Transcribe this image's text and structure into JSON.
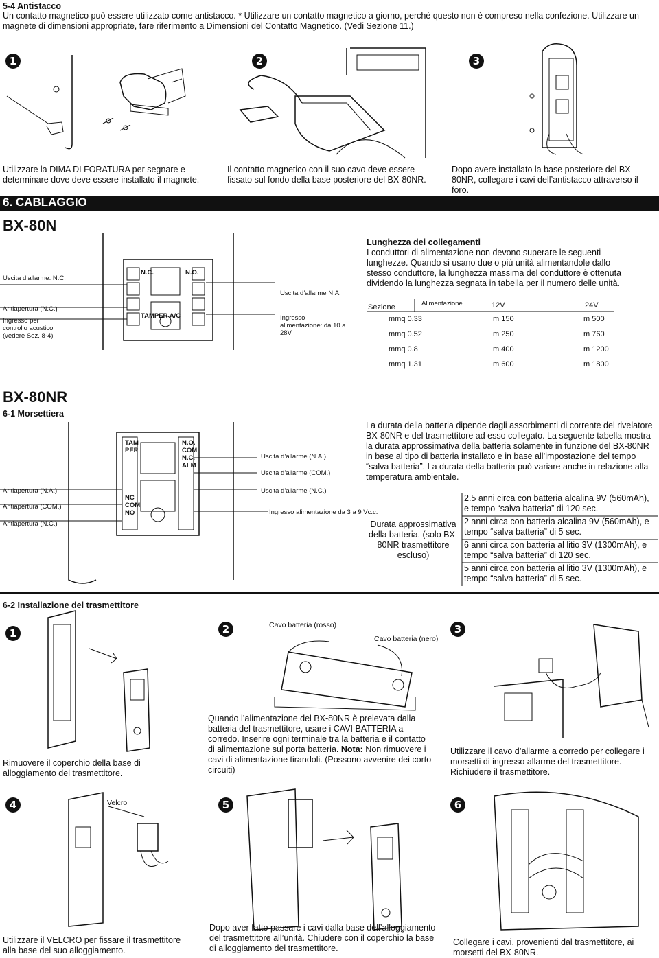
{
  "antistacco": {
    "heading": "5-4 Antistacco",
    "intro": "Un contatto magnetico può essere utilizzato come antistacco. * Utilizzare un contatto magnetico a giorno, perché questo non è compreso nella confezione. Utilizzare un magnete di dimensioni appropriate, fare riferimento a Dimensioni del Contatto Magnetico. (Vedi Sezione 11.)",
    "steps": [
      {
        "num": "1",
        "caption": "Utilizzare la DIMA DI FORATURA per segnare e determinare dove deve essere installato il magnete."
      },
      {
        "num": "2",
        "caption": "Il contatto magnetico con il suo cavo deve essere fissato sul fondo della base posteriore del BX-80NR."
      },
      {
        "num": "3",
        "caption": "Dopo avere installato la base posteriore del BX-80NR, collegare i cavi dell’antistacco attraverso il foro."
      }
    ]
  },
  "cablaggio": {
    "band": "6. CABLAGGIO",
    "model": "BX-80N",
    "left_labels": [
      "Uscita d’allarme: N.C.",
      "Antiapertura (N.C.)",
      "Ingresso per controllo acustico (vedere Sez. 8-4)"
    ],
    "right_labels": [
      "Uscita d’allarme N.A.",
      "Ingresso alimentazione: da 10 a 28V"
    ],
    "terminal_labels": [
      "N.C.",
      "TAMPER A/C",
      "N.O."
    ],
    "lunghezza": {
      "title": "Lunghezza dei collegamenti",
      "body": "I conduttori di alimentazione non devono superare le seguenti lunghezze. Quando si usano due o più unità alimentandole dallo stesso conduttore, la lunghezza massima del conduttore è ottenuta dividendo la lunghezza segnata in tabella per il numero delle unità.",
      "col_header_top": "Alimentazione",
      "row_header": "Sezione",
      "cols": [
        "12V",
        "24V"
      ],
      "rows": [
        {
          "sez": "mmq 0.33",
          "v12": "m 150",
          "v24": "m 500"
        },
        {
          "sez": "mmq 0.52",
          "v12": "m 250",
          "v24": "m 760"
        },
        {
          "sez": "mmq 0.8",
          "v12": "m 400",
          "v24": "m 1200"
        },
        {
          "sez": "mmq 1.31",
          "v12": "m 600",
          "v24": "m 1800"
        }
      ]
    }
  },
  "bx80nr": {
    "model": "BX-80NR",
    "sub": "6-1 Morsettiera",
    "left_labels": [
      "Antiapertura (N.A.)",
      "Antiapertura (COM.)",
      "Antiapertura (N.C.)"
    ],
    "right_labels": [
      "Uscita d’allarme (N.A.)",
      "Uscita d’allarme (COM.)",
      "Uscita d’allarme (N.C.)",
      "Ingresso alimentazione da 3 a 9 Vc.c."
    ],
    "terminal_labels": [
      "TAM PER",
      "N.O. COM N.C. ALM",
      "NC COM NO"
    ],
    "battery_text": "La durata della batteria dipende dagli assorbimenti di corrente del rivelatore BX-80NR e del trasmettitore ad esso collegato. La seguente tabella mostra la durata approssimativa della batteria solamente in funzione del BX-80NR in base al tipo di batteria installato e in base all’impostazione del tempo “salva batteria”. La durata della batteria può variare anche in relazione alla temperatura ambientale.",
    "battery_table_label": "Durata approssimativa della batteria. (solo BX-80NR trasmettitore escluso)",
    "battery_rows": [
      "2.5 anni circa con batteria alcalina 9V (560mAh), e tempo “salva batteria” di 120 sec.",
      "2 anni circa con batteria alcalina 9V (560mAh), e tempo “salva batteria” di 5 sec.",
      "6 anni circa con batteria al litio 3V (1300mAh), e tempo “salva batteria” di 120 sec.",
      "5 anni circa con batteria al litio 3V (1300mAh), e tempo “salva batteria” di 5 sec."
    ]
  },
  "installazione": {
    "heading": "6-2 Installazione del trasmettitore",
    "cavo_rosso": "Cavo batteria (rosso)",
    "cavo_nero": "Cavo batteria (nero)",
    "velcro": "Velcro",
    "steps": [
      {
        "num": "1",
        "caption": "Rimuovere il coperchio della base di alloggiamento del trasmettitore."
      },
      {
        "num": "2",
        "caption": "Quando l’alimentazione del BX-80NR è prelevata dalla batteria del trasmettitore, usare i CAVI BATTERIA a corredo. Inserire ogni terminale tra la batteria e il contatto di alimentazione sul porta batteria.",
        "note_label": "Nota:",
        "note": " Non rimuovere i cavi di alimentazione tirandoli. (Possono avvenire dei corto circuiti)"
      },
      {
        "num": "3",
        "caption": "Utilizzare il cavo d’allarme a corredo per collegare i morsetti di ingresso allarme del trasmettitore. Richiudere il trasmettitore."
      },
      {
        "num": "4",
        "caption": "Utilizzare il VELCRO per fissare il trasmettitore alla base del suo alloggiamento."
      },
      {
        "num": "5",
        "caption": "Dopo aver fatto passare i cavi dalla base dell’alloggiamento del trasmettitore all’unità. Chiudere con il coperchio la base di alloggiamento del trasmettitore."
      },
      {
        "num": "6",
        "caption": "Collegare i cavi, provenienti dal trasmettitore, ai morsetti del BX-80NR."
      }
    ]
  }
}
